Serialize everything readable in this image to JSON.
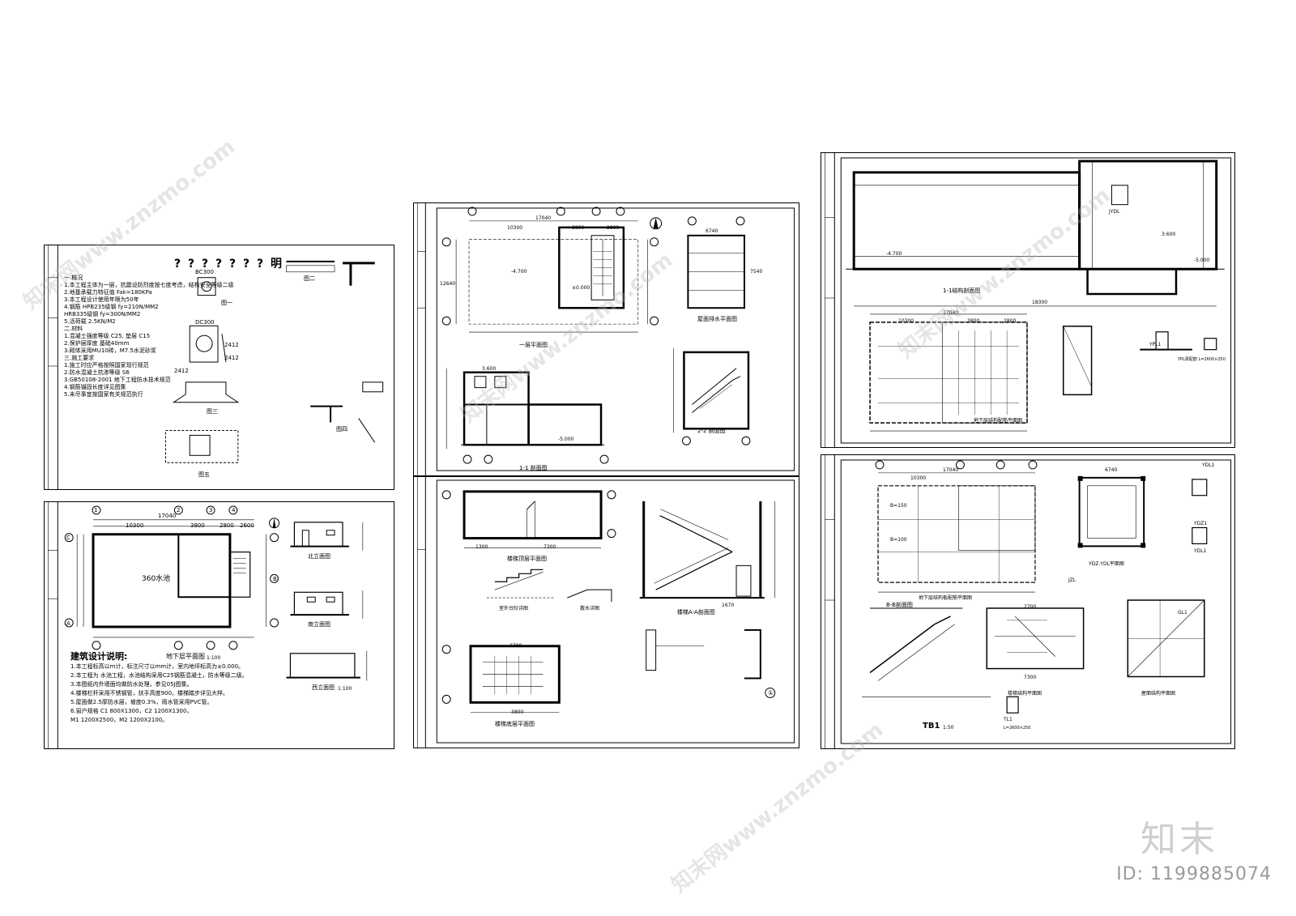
{
  "watermark": {
    "brand": "知末",
    "id": "ID: 1199885074",
    "diagonal": "知末网www.znzmo.com"
  },
  "sheet_notes": {
    "title": "? ? ? ? ? ? ? 明",
    "lines": [
      "一.概况",
      "1.本工程主体为一层，抗震设防烈度按七度考虑，结构安全等级二级",
      "2.地基承载力特征值 Fak=180KPa",
      "3.本工程设计使用年限为50年",
      "4.钢筋 HPB235级钢 fy=210N/MM2",
      "  HRB335级钢 fy=300N/MM2",
      "5.活荷载 2.5KN/M2",
      "二.材料",
      "1.混凝土强度等级 C25, 垫层 C15",
      "2.保护层厚度 基础40mm",
      "3.砌体采用MU10砖，M7.5水泥砂浆",
      "三.施工要求",
      "1.施工时应严格按照国家现行规范",
      "2.防水混凝土抗渗等级 S6",
      "3.GB50108-2001 地下工程防水技术规范",
      "4.钢筋锚固长度详见图集",
      "5.未尽事宜按国家有关规范执行"
    ],
    "tags": [
      "BC300",
      "DC300",
      "2412",
      "2412",
      "2412",
      "图一",
      "图二",
      "图三",
      "图四",
      "图五"
    ]
  },
  "sheet_arch": {
    "plan_title": "地下层平面图",
    "plan_scale": "1:100",
    "dims": [
      "17040",
      "10300",
      "3800",
      "2800",
      "2600"
    ],
    "room_label": "360水池",
    "axes": [
      "1",
      "2",
      "3",
      "4",
      "A",
      "B",
      "C"
    ],
    "elevations": [
      "北立面图",
      "南立面图",
      "西立面图"
    ],
    "scale_small": "1:100",
    "notes_title": "建筑设计说明:",
    "notes": [
      "1.本工程标高以m计，标注尺寸以mm计，室内地坪标高为±0.000。",
      "2.本工程为 水池工程，水池结构采用C25钢筋混凝土，防水等级二级。",
      "3.本图纸内外墙面均做防水处理，参见05J图集。",
      "4.楼梯栏杆采用不锈钢管，扶手高度900，楼梯踏步详见大样。",
      "5.屋面做2.5厚防水层，坡度0.3%，雨水管采用PVC管。",
      "6.窗户规格 C1 800X1300，C2 1200X1300，",
      "  M1 1200X2500，M2 1200X2100。"
    ]
  },
  "sheet_b1": {
    "plan_title": "一层平面图",
    "roof_title": "屋面排水平面图",
    "sec11_title": "1-1 剖面图",
    "sec22_title": "2-2 剖面图",
    "dims": [
      "17040",
      "10300",
      "3800",
      "2800",
      "6740",
      "7540",
      "12640"
    ],
    "elev": [
      "-4.700",
      "±0.000",
      "3.600",
      "-5.000"
    ]
  },
  "sheet_b2": {
    "stair_plan": "楼梯底层平面图",
    "stair_top": "楼梯顶层平面图",
    "stair_sec": "楼梯A-A剖面图",
    "outdoor_step": "室外台阶详图",
    "detail": "散水详图",
    "dims": [
      "7300",
      "1300",
      "3800",
      "1670",
      "2700"
    ],
    "marker": "①"
  },
  "sheet_c1": {
    "sec_title": "1-1结构剖面图",
    "plan_title": "地下层结构配筋平面图",
    "jydl": "JYDL",
    "ypl": "YPL1",
    "ypl_note": "YPL梁配筋 L=2600×250",
    "dims": [
      "18300",
      "17040",
      "10300",
      "3800",
      "2800"
    ],
    "elev": [
      "-4.700",
      "-5.000",
      "3.600"
    ]
  },
  "sheet_c2": {
    "plan_title": "地下层结构板配筋平面图",
    "ydz_title": "YDZ.YDL平面图",
    "bb_title": "B-B剖面图",
    "tb1": "TB1",
    "tb1_scale": "1:50",
    "tl1": "TL1",
    "tl1_note": "L=2600×250",
    "stair_struct": "楼梯结构平面图",
    "roof_struct": "屋面结构平面图",
    "labels": [
      "YDL1",
      "YDZ1",
      "YDL1",
      "JZL",
      "GL1",
      "B=150",
      "B=100"
    ],
    "dims": [
      "17040",
      "10300",
      "6740",
      "7300",
      "2700"
    ]
  }
}
